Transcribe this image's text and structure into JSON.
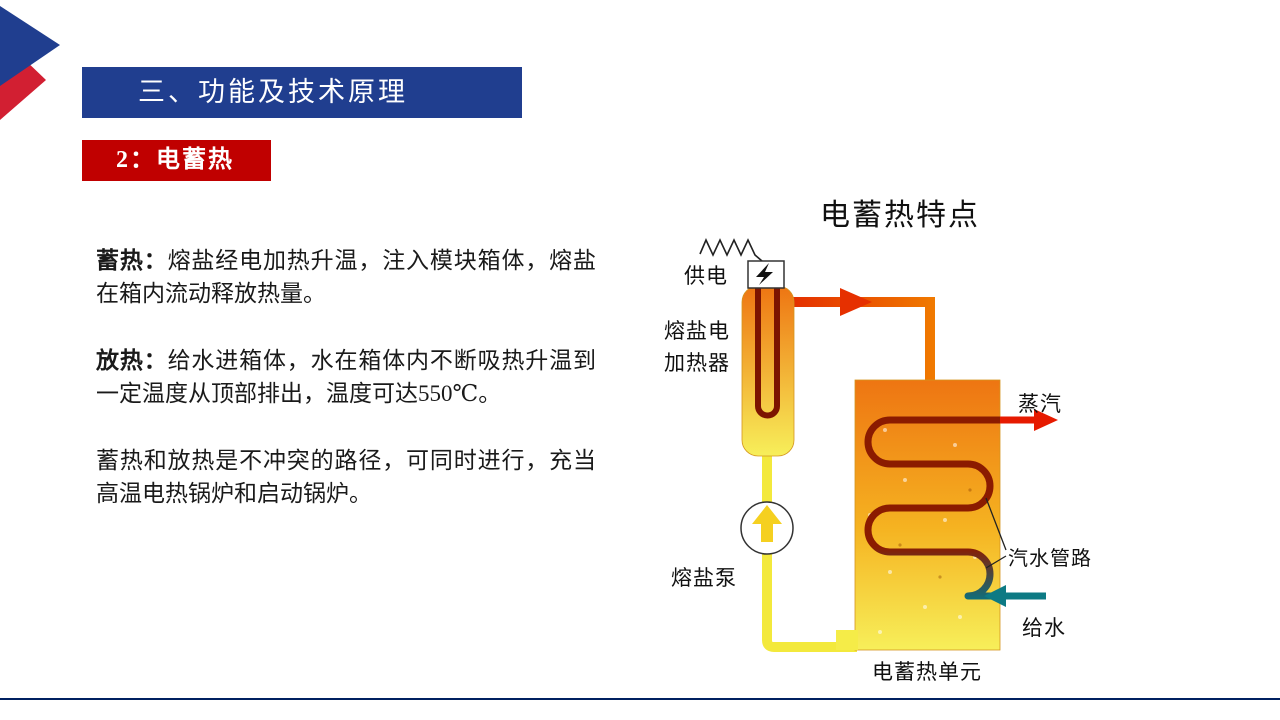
{
  "slide": {
    "header_title": "三、功能及技术原理",
    "section_badge": "2：电蓄热",
    "paragraphs": [
      {
        "lead": "蓄热：",
        "text": "熔盐经电加热升温，注入模块箱体，熔盐在箱内流动释放热量。"
      },
      {
        "lead": "放热：",
        "text": "给水进箱体，水在箱体内不断吸热升温到一定温度从顶部排出，温度可达550℃。"
      },
      {
        "lead": "",
        "text": "蓄热和放热是不冲突的路径，可同时进行，充当高温电热锅炉和启动锅炉。"
      }
    ]
  },
  "diagram": {
    "title": "电蓄热特点",
    "labels": {
      "power_supply": "供电",
      "heater_line1": "熔盐电",
      "heater_line2": "加热器",
      "molten_salt_pump": "熔盐泵",
      "steam": "蒸汽",
      "steam_water_piping": "汽水管路",
      "feed_water": "给水",
      "storage_unit": "电蓄热单元"
    }
  },
  "colors": {
    "header_blue": "#203E8F",
    "badge_red": "#C00000",
    "corner_red": "#D21F32",
    "steam_red": "#E61A00",
    "feedwater_teal": "#0D7A84",
    "pipe_orange": "#ED5A00",
    "molten_salt_yellow": "#F3E93C",
    "tank_gradient_top": "#EE7512",
    "tank_gradient_bottom": "#F7EF5A",
    "coil_dark_red": "#8B1B00"
  }
}
